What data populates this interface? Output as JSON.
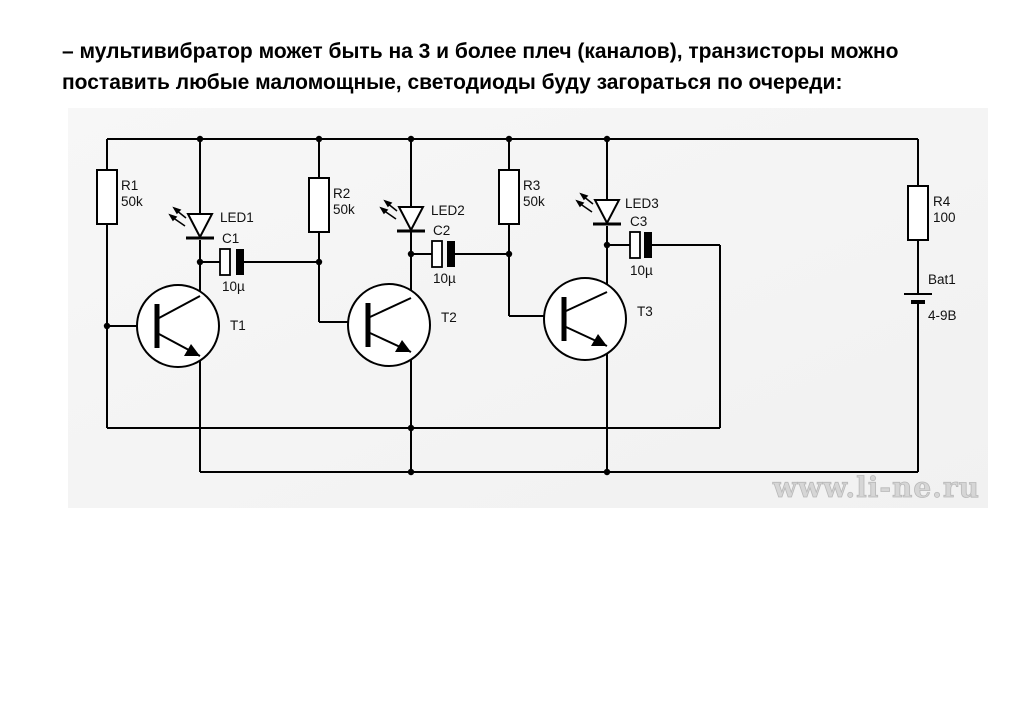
{
  "heading": {
    "line1": "– мультивибратор может быть на 3 и более плеч (каналов), транзисторы можно",
    "line2": "поставить любые маломощные, светодиоды буду загораться по очереди:"
  },
  "components": {
    "r1": {
      "ref": "R1",
      "value": "50k"
    },
    "r2": {
      "ref": "R2",
      "value": "50k"
    },
    "r3": {
      "ref": "R3",
      "value": "50k"
    },
    "r4": {
      "ref": "R4",
      "value": "100"
    },
    "led1": {
      "ref": "LED1"
    },
    "led2": {
      "ref": "LED2"
    },
    "led3": {
      "ref": "LED3"
    },
    "c1": {
      "ref": "C1",
      "value": "10µ"
    },
    "c2": {
      "ref": "C2",
      "value": "10µ"
    },
    "c3": {
      "ref": "C3",
      "value": "10µ"
    },
    "t1": {
      "ref": "T1"
    },
    "t2": {
      "ref": "T2"
    },
    "t3": {
      "ref": "T3"
    },
    "bat1": {
      "ref": "Bat1",
      "value": "4-9В"
    }
  },
  "watermark": "www.li-ne.ru",
  "colors": {
    "background": "#ffffff",
    "panel": "#f6f6f6",
    "ink": "#000000",
    "watermark": "#d6d6d6"
  }
}
